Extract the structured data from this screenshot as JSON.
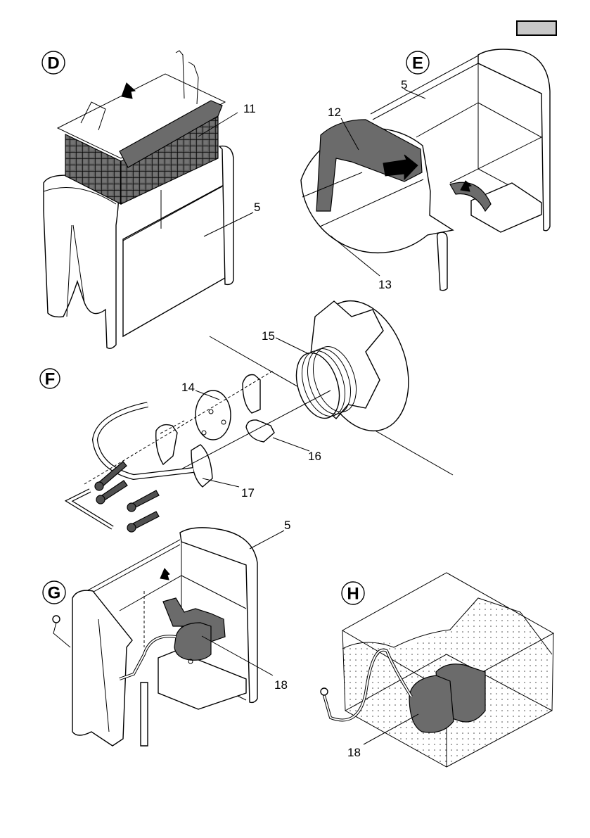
{
  "page": {
    "header_tab": "",
    "colors": {
      "part_fill": "#6b6b6b",
      "tab_fill": "#c8c8c8",
      "line": "#000000"
    }
  },
  "steps": [
    {
      "id": "D",
      "label": "D",
      "callouts": [
        "11",
        "5"
      ]
    },
    {
      "id": "E",
      "label": "E",
      "callouts": [
        "5",
        "12",
        "13"
      ]
    },
    {
      "id": "F",
      "label": "F",
      "callouts": [
        "15",
        "14",
        "16",
        "17"
      ]
    },
    {
      "id": "G",
      "label": "G",
      "callouts": [
        "5",
        "18"
      ]
    },
    {
      "id": "H",
      "label": "H",
      "callouts": [
        "18"
      ]
    }
  ]
}
